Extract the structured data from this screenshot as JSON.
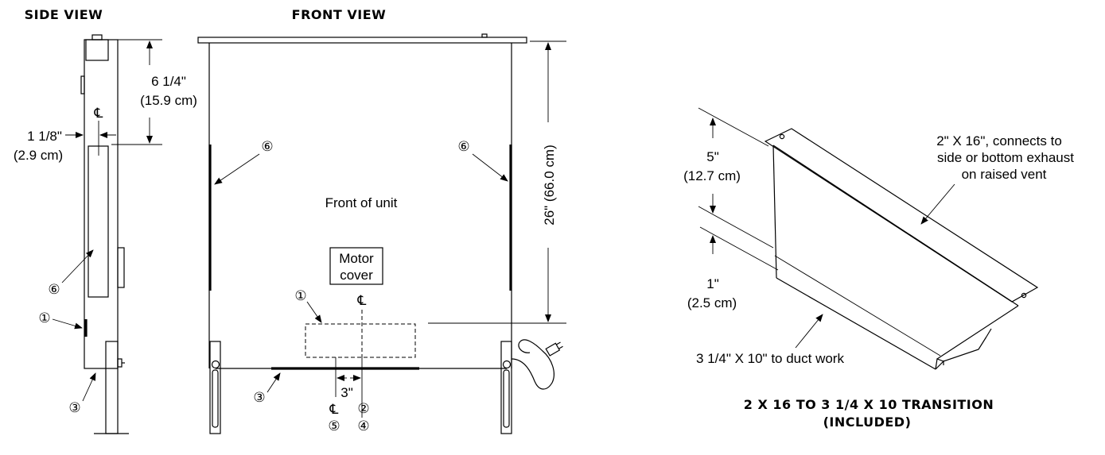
{
  "titles": {
    "side_view": "SIDE VIEW",
    "front_view": "FRONT VIEW",
    "transition_line1": "2 X 16 TO 3 1/4 X 10 TRANSITION",
    "transition_line2": "(INCLUDED)"
  },
  "side_view": {
    "dim_top_in": "6 1/4\"",
    "dim_top_cm": "(15.9 cm)",
    "dim_offset_in": "1 1/8\"",
    "dim_offset_cm": "(2.9 cm)",
    "centerline": "℄",
    "callout_6": "⑥",
    "callout_1": "①",
    "callout_3": "③"
  },
  "front_view": {
    "front_label": "Front of unit",
    "motor_line1": "Motor",
    "motor_line2": "cover",
    "centerline": "℄",
    "small_centerline": "℄",
    "height_dim": "26\" (66.0 cm)",
    "offset_dim": "3\"",
    "callout_6_left": "⑥",
    "callout_6_right": "⑥",
    "callout_1": "①",
    "callout_3": "③",
    "callout_2": "②",
    "callout_4": "④",
    "callout_5": "⑤"
  },
  "transition": {
    "dim_5_in": "5\"",
    "dim_5_cm": "(12.7 cm)",
    "dim_1_in": "1\"",
    "dim_1_cm": "(2.5 cm)",
    "note_top_line1": "2\" X 16\", connects to",
    "note_top_line2": "side or bottom exhaust",
    "note_top_line3": "on raised vent",
    "note_bottom": "3 1/4\" X 10\" to duct work"
  }
}
